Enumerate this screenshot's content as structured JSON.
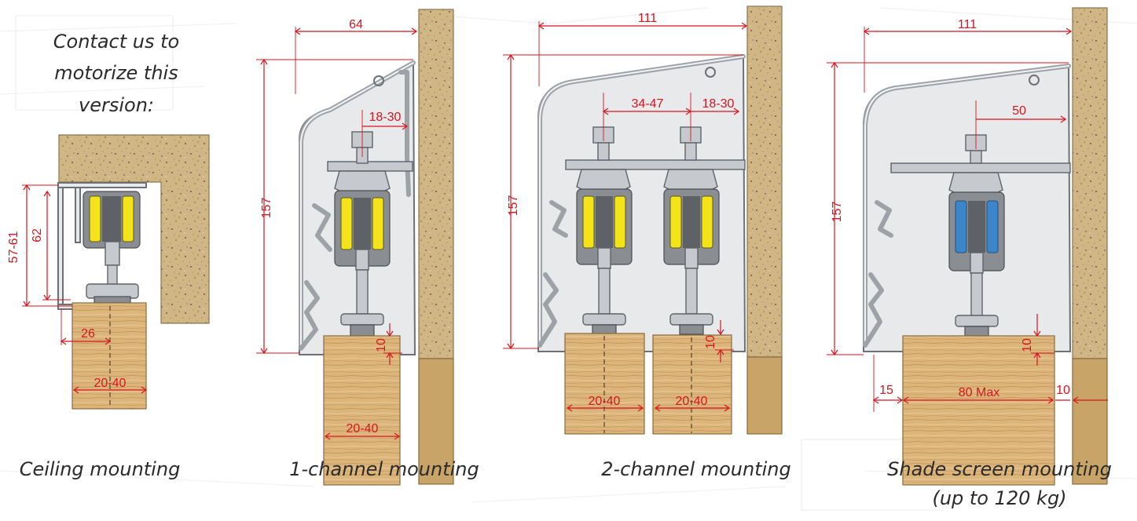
{
  "intro_note": {
    "lines": [
      "Contact us to",
      "motorize this",
      "version:"
    ]
  },
  "panels": [
    {
      "id": "ceiling",
      "caption": [
        "Ceiling mounting"
      ],
      "dimensions": [
        "57-61",
        "62",
        "26",
        "20-40"
      ],
      "wheel_color": "#f4e21a"
    },
    {
      "id": "one-channel",
      "caption": [
        "1-channel mounting"
      ],
      "dimensions": [
        "64",
        "157",
        "18-30",
        "10",
        "20-40"
      ],
      "wheel_color": "#f4e21a"
    },
    {
      "id": "two-channel",
      "caption": [
        "2-channel mounting"
      ],
      "dimensions": [
        "111",
        "157",
        "34-47",
        "18-30",
        "10",
        "20-40",
        "20-40"
      ],
      "wheel_color": "#f4e21a"
    },
    {
      "id": "shade-screen",
      "caption": [
        "Shade screen mounting",
        "(up to 120 kg)"
      ],
      "dimensions": [
        "111",
        "157",
        "50",
        "10",
        "15",
        "80 Max",
        "10"
      ],
      "wheel_color": "#3a86c8"
    }
  ],
  "colors": {
    "dimension": "#d8141e",
    "aluminium": "#e8e9eb",
    "wood": "#d9b47a",
    "stone": "#c9b07c"
  }
}
